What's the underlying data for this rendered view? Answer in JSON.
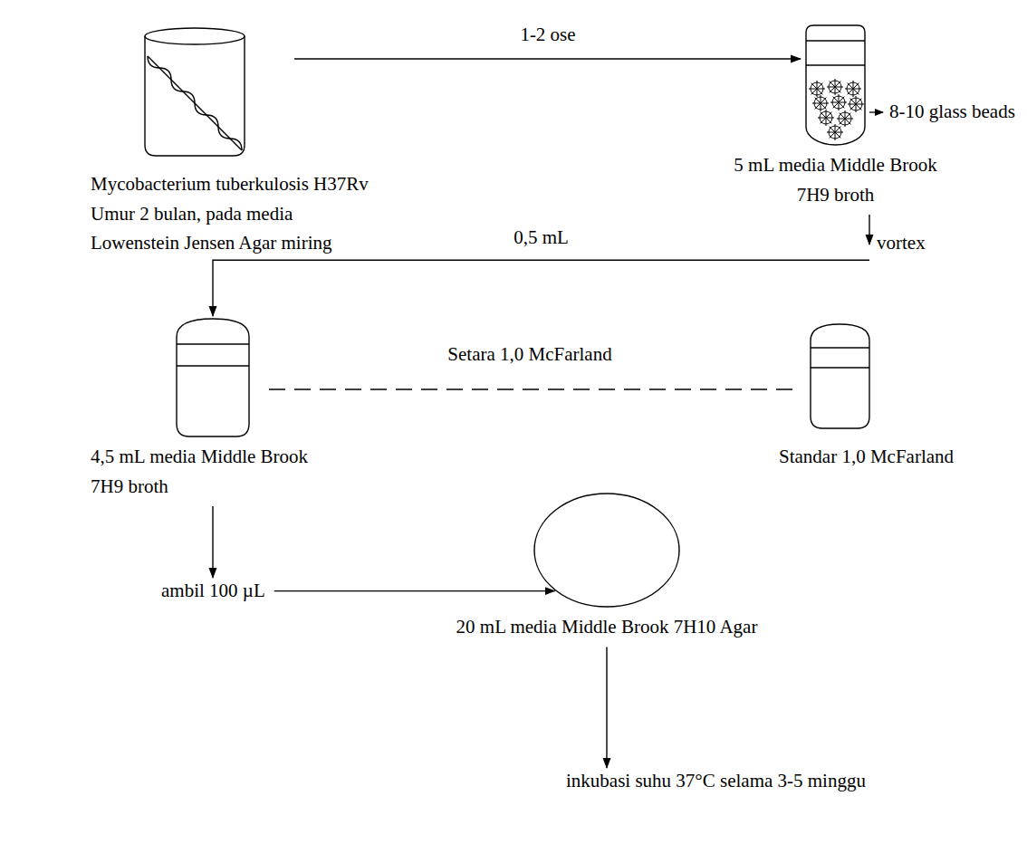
{
  "diagram": {
    "nodes": [
      {
        "text": [
          "Mycobacterium tuberkulosis H37Rv Umur 2 bulan, pada media Lowenstein Jensen Agar miring"
        ]
      },
      {
        "text": [
          "5 mL media Middle Brook 7H9 broth"
        ]
      },
      {
        "text": [
          "vortex"
        ]
      },
      {
        "text": [
          "4,5 mL media Middle Brook 7H9 broth"
        ]
      },
      {
        "text": [
          "Standar 1,0 McFarland"
        ]
      },
      {
        "text": [
          "ambil 100 µL"
        ]
      },
      {
        "text": [
          "20 mL media Middle Brook 7H10 Agar"
        ]
      },
      {
        "text": [
          "inkubasi suhu 37°C selama 3-5 minggu"
        ]
      }
    ],
    "edges": [
      {
        "from": 0,
        "to": 1,
        "arrow": "to",
        "label": "1-2 ose"
      },
      {
        "from": 1,
        "to": 2,
        "arrow": "to"
      },
      {
        "from": 2,
        "to": 3,
        "arrow": "to",
        "label": "0,5 mL"
      },
      {
        "from": 3,
        "to": 4,
        "arrow": "none",
        "label": "Setara 1,0 McFarland"
      },
      {
        "from": 3,
        "to": 5,
        "arrow": "to"
      },
      {
        "from": 5,
        "to": 6,
        "arrow": "to"
      },
      {
        "from": 6,
        "to": 7,
        "arrow": "to"
      }
    ],
    "labels": [
      "8-10 glass beads"
    ]
  }
}
